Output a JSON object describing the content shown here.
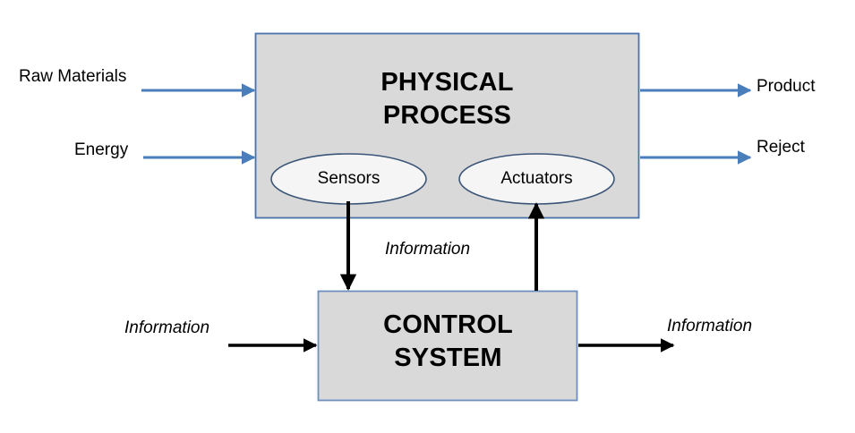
{
  "diagram": {
    "title_visible": false,
    "colors": {
      "box_fill": "#d9d9d9",
      "box_stroke": "#4a72a8",
      "ellipse_fill": "#f5f5f5",
      "ellipse_stroke": "#3b5578",
      "blue_arrow": "#4a7ebb",
      "black_arrow": "#000000",
      "text": "#000000",
      "background": "#ffffff"
    },
    "blocks": [
      {
        "id": "physical-process",
        "label_line1": "PHYSICAL",
        "label_line2": "PROCESS"
      },
      {
        "id": "control-system",
        "label_line1": "CONTROL",
        "label_line2": "SYSTEM"
      }
    ],
    "nodes": [
      {
        "id": "sensors",
        "label": "Sensors"
      },
      {
        "id": "actuators",
        "label": "Actuators"
      }
    ],
    "flows": [
      {
        "id": "raw-materials-input",
        "label": "Raw Materials",
        "color": "#4a7ebb",
        "direction": "right",
        "side": "left"
      },
      {
        "id": "energy-input",
        "label": "Energy",
        "color": "#4a7ebb",
        "direction": "right",
        "side": "left"
      },
      {
        "id": "product-output",
        "label": "Product",
        "color": "#4a7ebb",
        "direction": "right",
        "side": "right"
      },
      {
        "id": "reject-output",
        "label": "Reject",
        "color": "#4a7ebb",
        "direction": "right",
        "side": "right"
      },
      {
        "id": "sensors-information",
        "label": "Information",
        "color": "#000000",
        "direction": "down",
        "side": "center"
      },
      {
        "id": "actuators-information",
        "label": "",
        "color": "#000000",
        "direction": "up",
        "side": "center"
      },
      {
        "id": "control-information-input",
        "label": "Information",
        "color": "#000000",
        "direction": "right",
        "side": "left"
      },
      {
        "id": "control-information-output",
        "label": "Information",
        "color": "#000000",
        "direction": "right",
        "side": "right"
      }
    ]
  }
}
